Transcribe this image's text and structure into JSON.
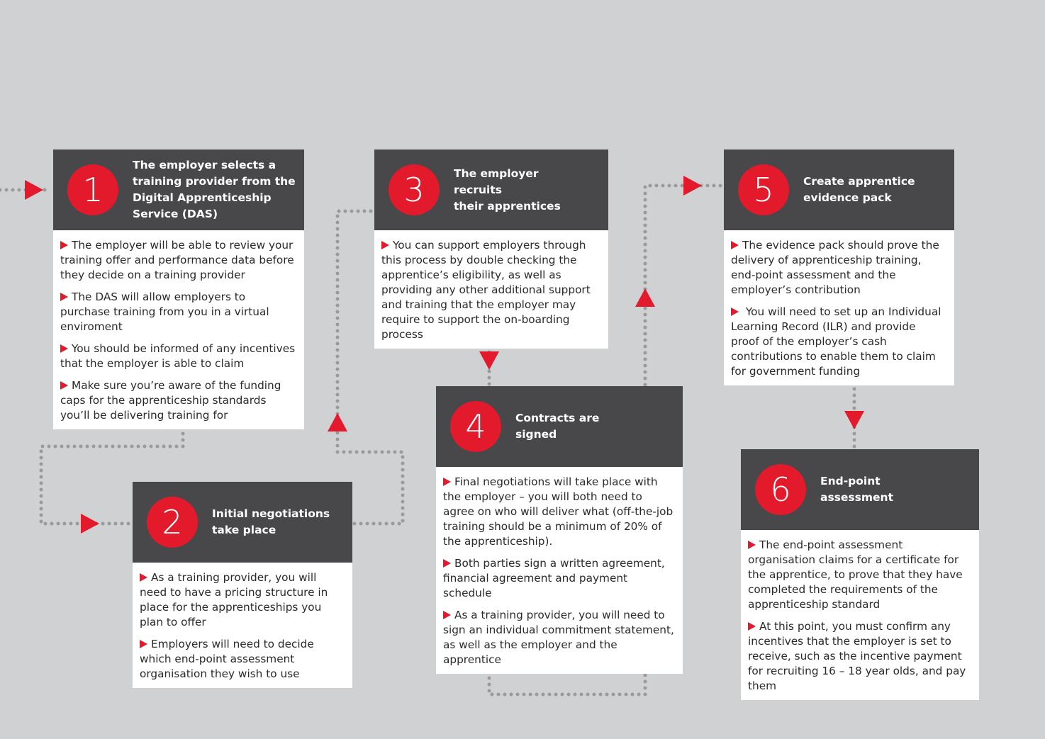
{
  "colors": {
    "background": "#d0d1d3",
    "header": "#48484a",
    "accent": "#e3192c",
    "body": "#ffffff",
    "connector": "#9a9a9c"
  },
  "steps": [
    {
      "number": "1",
      "title": "The employer selects a\ntraining provider from the\nDigital Apprenticeship\nService (DAS)",
      "bullets": [
        "The employer will be able to review your training offer and performance data before they decide on a training provider",
        "The DAS will allow employers to purchase training from you in a virtual enviroment",
        "You should be informed of any incentives that the employer is able to claim",
        "Make sure you’re aware of the funding caps for the apprenticeship standards you’ll be delivering training for"
      ]
    },
    {
      "number": "2",
      "title": "Initial negotiations\ntake place",
      "bullets": [
        "As a training provider, you will need to have a pricing structure in place for the apprenticeships you plan to offer",
        "Employers will need to decide which end-point assessment organisation they wish to use"
      ]
    },
    {
      "number": "3",
      "title": "The employer\nrecruits\ntheir apprentices",
      "bullets": [
        "You can support employers through this process by double checking the apprentice’s eligibility, as well as providing any other additional support and training that the employer may require to support the on-boarding process"
      ]
    },
    {
      "number": "4",
      "title": "Contracts are\nsigned",
      "bullets": [
        "Final negotiations will take place with the employer – you will both need to agree on who will deliver what (off-the-job training should be a minimum of 20% of the apprenticeship).",
        "Both parties sign a written agreement, financial agreement and payment schedule",
        "As a training provider, you will need to sign an individual commitment statement, as well as the employer and the apprentice"
      ]
    },
    {
      "number": "5",
      "title": "Create apprentice\nevidence pack",
      "bullets": [
        "The evidence pack should prove the delivery of apprenticeship training, end-point assessment and the employer’s contribution",
        " You will need to set up an Individual Learning Record (ILR) and provide proof of the employer’s cash contributions to enable them to claim for government funding"
      ]
    },
    {
      "number": "6",
      "title": "End-point\nassessment",
      "bullets": [
        "The end-point assessment organisation claims for a certificate for the apprentice, to prove that they have completed the requirements of the apprenticeship standard",
        "At this point, you must confirm any incentives that the employer is set to receive, such as the incentive payment for recruiting 16 – 18 year olds, and pay them"
      ]
    }
  ]
}
